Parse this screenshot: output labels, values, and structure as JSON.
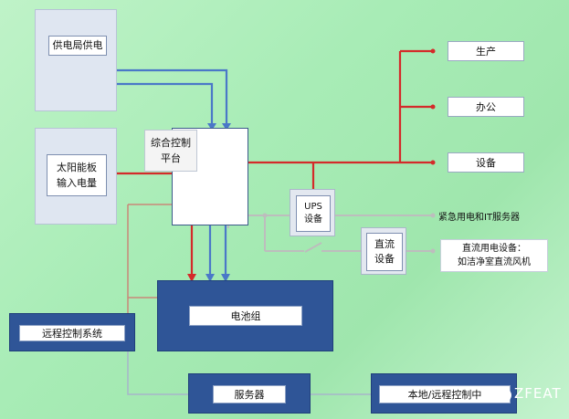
{
  "nodes": {
    "grid_supply": "供电局供电",
    "solar_line1": "太阳能板",
    "solar_line2": "输入电量",
    "control_line1": "综合控制",
    "control_line2": "平台",
    "production": "生产",
    "office": "办公",
    "equipment": "设备",
    "ups_line1": "UPS",
    "ups_line2": "设备",
    "dc_line1": "直流",
    "dc_line2": "设备",
    "emergency_load": "紧急用电和IT服务器",
    "dc_load_line1": "直流用电设备：",
    "dc_load_line2": "如洁净室直流风机",
    "battery": "电池组",
    "remote_control": "远程控制系统",
    "server": "服务器",
    "local_remote_center": "本地/远程控制中"
  },
  "watermark": "ZFEAT",
  "colors": {
    "red_line": "#d42a2a",
    "blue_line": "#4a78c8",
    "gray_line": "#bdbdbd",
    "dark_box": "#2f5597",
    "light_box": "#dfe6f1"
  }
}
